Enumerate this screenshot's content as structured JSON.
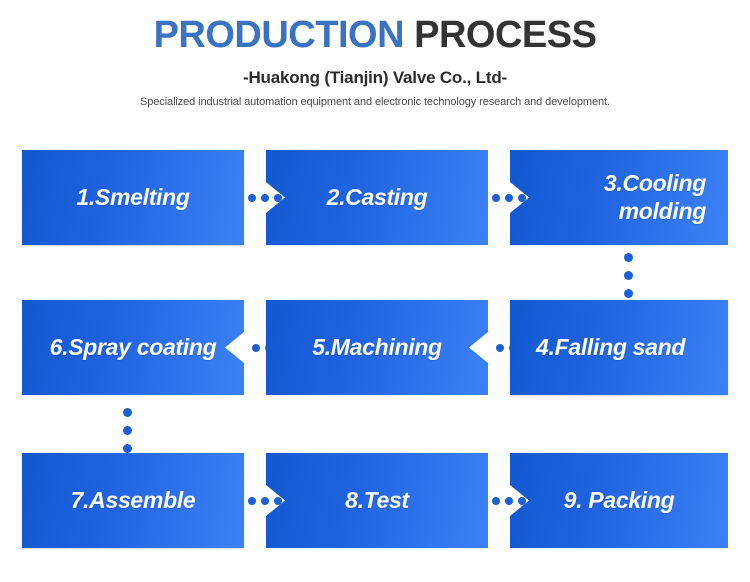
{
  "header": {
    "title_highlight": "PRODUCTION",
    "title_rest": "PROCESS",
    "company": "-Huakong (Tianjin) Valve Co., Ltd-",
    "tagline": "Specialized industrial automation equipment and electronic technology research and development."
  },
  "colors": {
    "title_blue": "#3a72c4",
    "title_dark": "#333333",
    "box_gradient_start": "#1159cf",
    "box_gradient_end": "#3d82f5",
    "dot_blue": "#1a5fd6",
    "background": "#ffffff"
  },
  "flow": {
    "rows": [
      {
        "direction": "left-to-right",
        "steps": [
          {
            "label": "1.Smelting",
            "align": "center"
          },
          {
            "label": "2.Casting",
            "align": "center"
          },
          {
            "label": "3.Cooling molding",
            "align": "right"
          }
        ]
      },
      {
        "direction": "right-to-left",
        "steps": [
          {
            "label": "6.Spray coating",
            "align": "center"
          },
          {
            "label": "5.Machining",
            "align": "center"
          },
          {
            "label": "4.Falling sand",
            "align": "left"
          }
        ]
      },
      {
        "direction": "left-to-right",
        "steps": [
          {
            "label": "7.Assemble",
            "align": "center"
          },
          {
            "label": "8.Test",
            "align": "center"
          },
          {
            "label": "9. Packing",
            "align": "center"
          }
        ]
      }
    ],
    "connectors": {
      "r1_a_to_b": "arrow-right-dots",
      "r1_b_to_c": "arrow-right-dots",
      "r1_to_r2": "vertical-dots-right",
      "r2_c_to_b": "arrow-left-dots",
      "r2_b_to_a": "arrow-left-dots",
      "r2_to_r3": "vertical-dots-left",
      "r3_a_to_b": "arrow-right-dots",
      "r3_b_to_c": "arrow-right-dots"
    }
  }
}
